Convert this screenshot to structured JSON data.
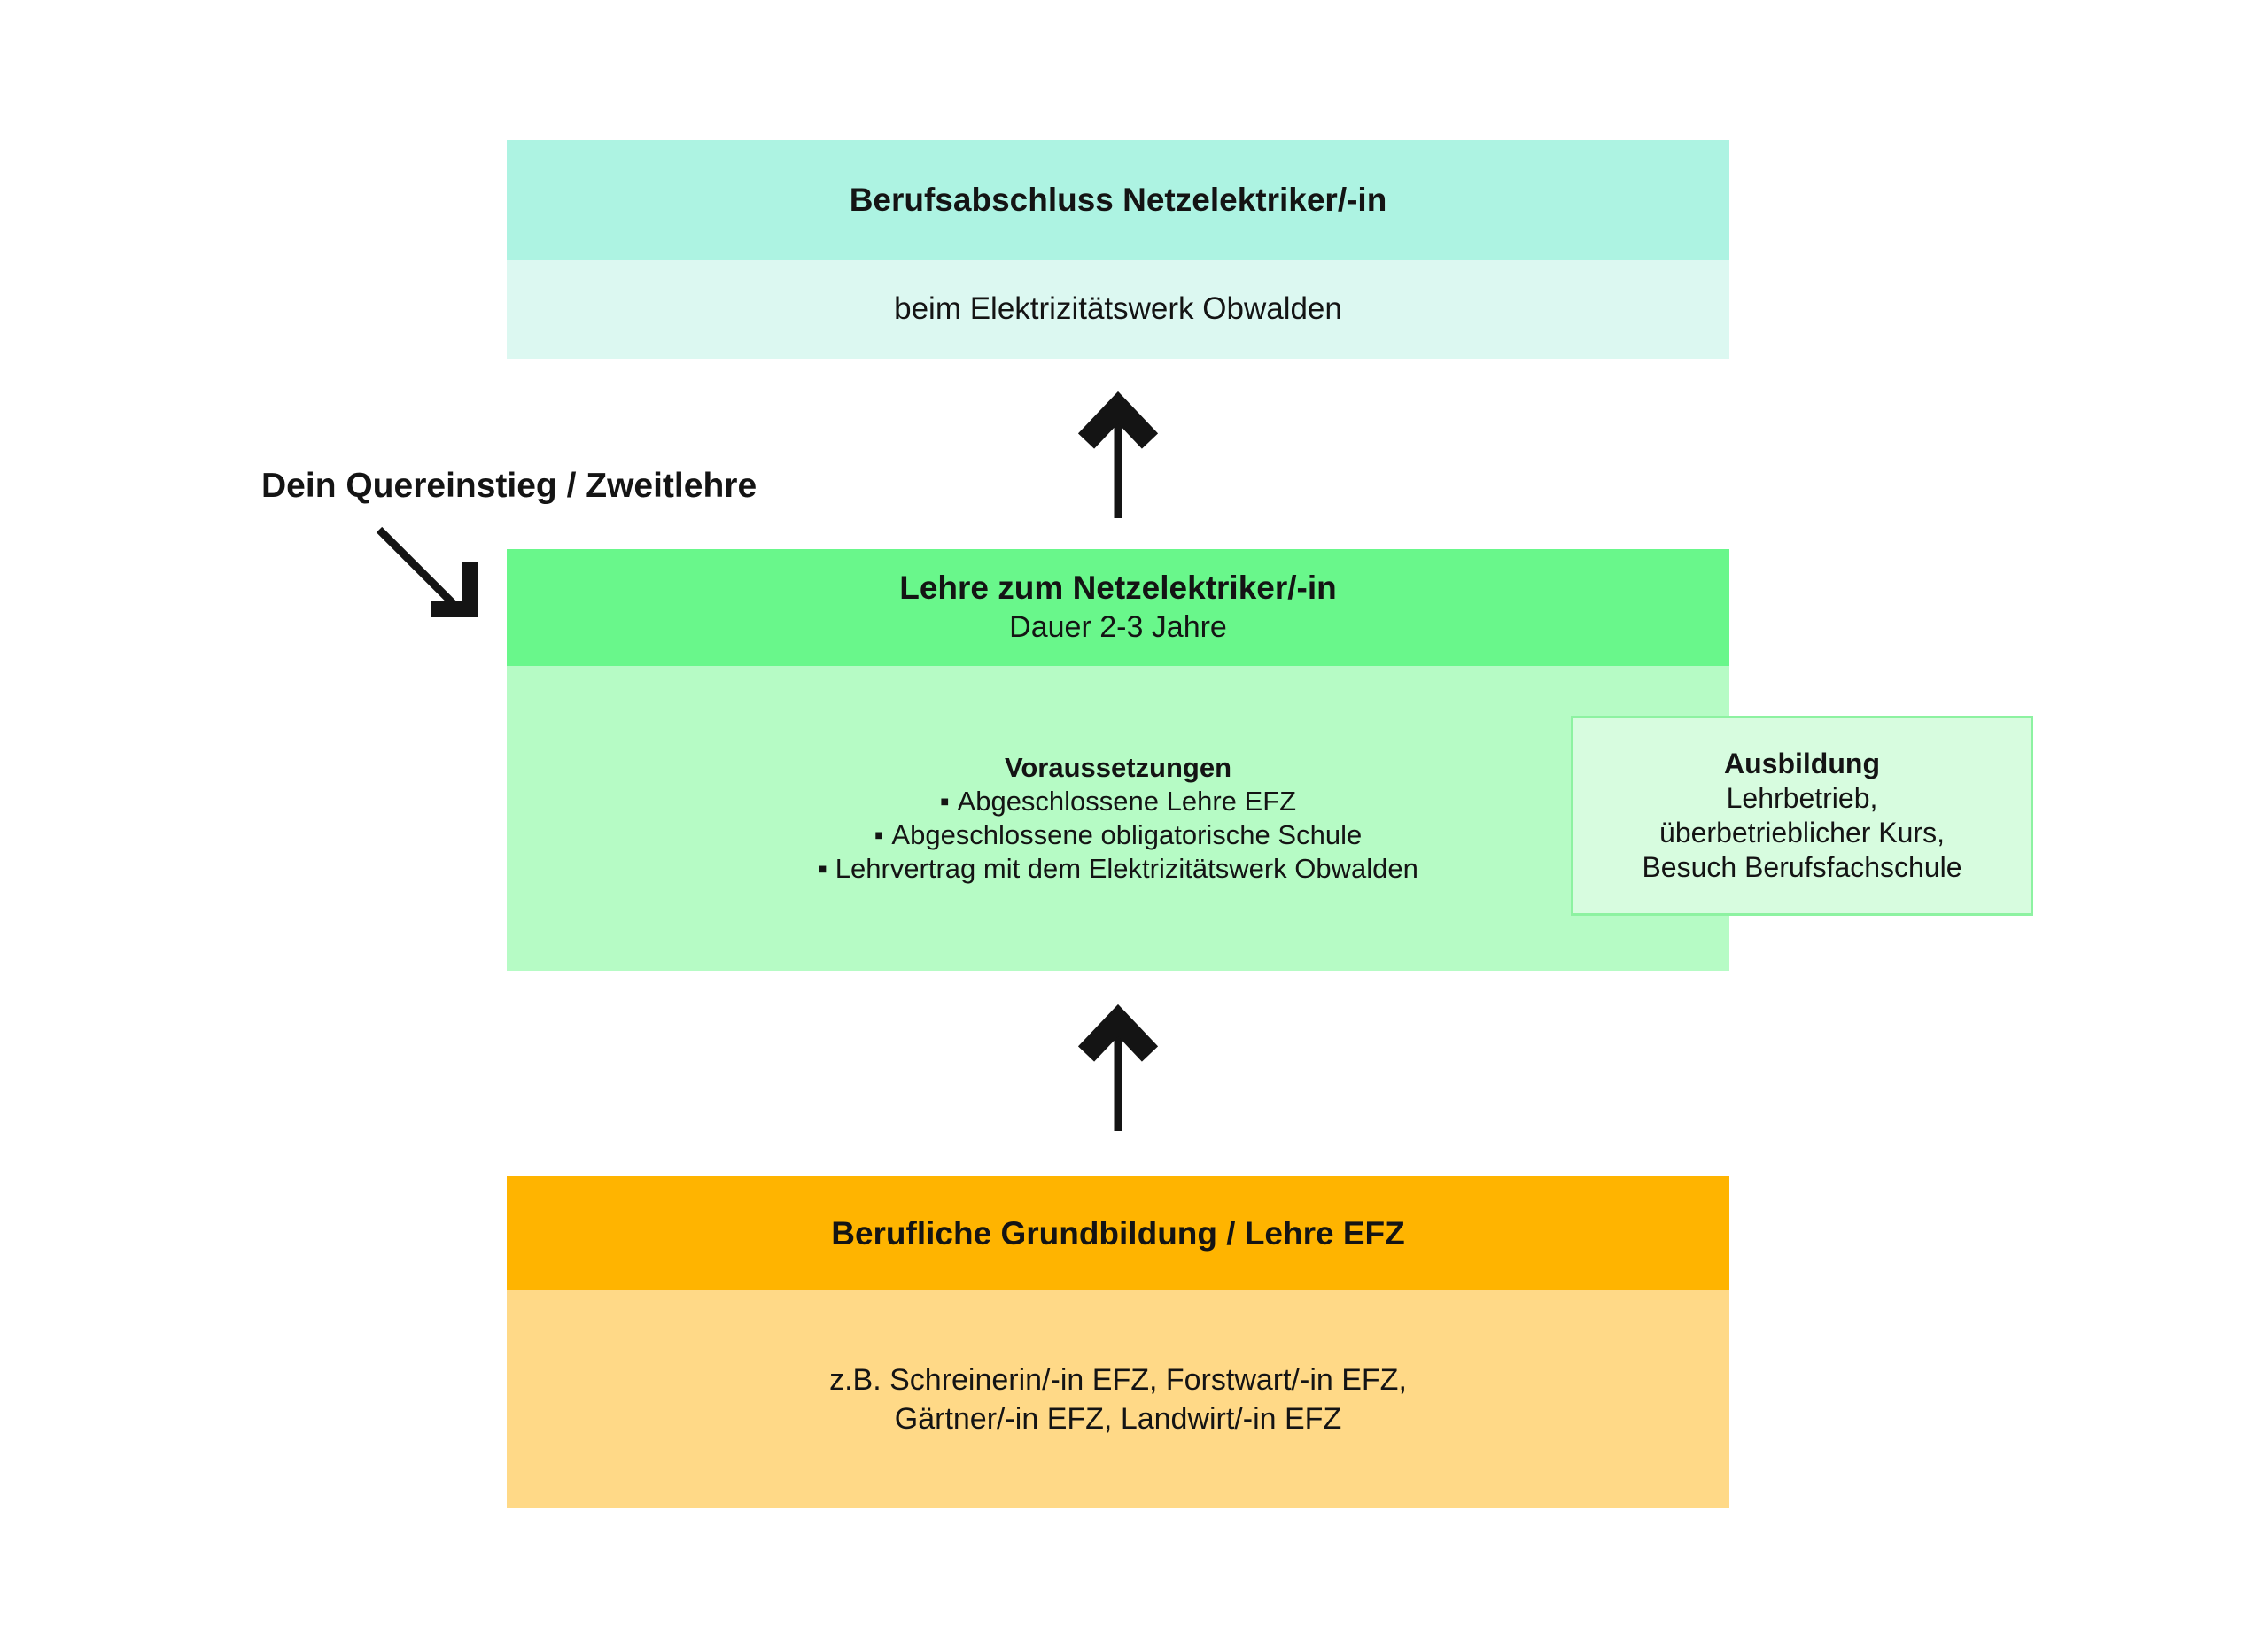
{
  "diagram": {
    "abschluss_box": {
      "header": "Berufsabschluss Netzelektriker/-in",
      "body": "beim Elektrizitätswerk Obwalden"
    },
    "side_label": "Dein Quereinstieg / Zweitlehre",
    "lehre_box": {
      "header": "Lehre zum Netzelektriker/-in",
      "subtitle": "Dauer 2-3 Jahre",
      "requirements_title": "Voraussetzungen",
      "bullet_char": "▪",
      "requirements": [
        "Abgeschlossene Lehre EFZ",
        "Abgeschlossene obligatorische Schule",
        "Lehrvertrag mit dem Elektrizitätswerk Obwalden"
      ]
    },
    "ausbildung_box": {
      "title": "Ausbildung",
      "lines": [
        "Lehrbetrieb,",
        "überbetrieblicher Kurs,",
        "Besuch Berufsfachschule"
      ]
    },
    "grundbildung_box": {
      "header": "Berufliche Grundbildung / Lehre EFZ",
      "body_line1": "z.B. Schreinerin/-in EFZ, Forstwart/-in EFZ,",
      "body_line2": "Gärtner/-in EFZ, Landwirt/-in EFZ"
    },
    "icons": {
      "up_arrow_1": "arrow-up-icon",
      "up_arrow_2": "arrow-up-icon",
      "diagonal_arrow": "arrow-down-right-icon"
    },
    "colors": {
      "teal_header": "#adf3e2",
      "teal_body": "#dcf8f1",
      "green_header": "#69f78b",
      "green_body": "#b6fbc5",
      "green_light": "#d7fcdf",
      "green_border": "#8df2a1",
      "orange_header": "#ffb400",
      "orange_body": "#ffd987",
      "ink": "#141414"
    }
  }
}
